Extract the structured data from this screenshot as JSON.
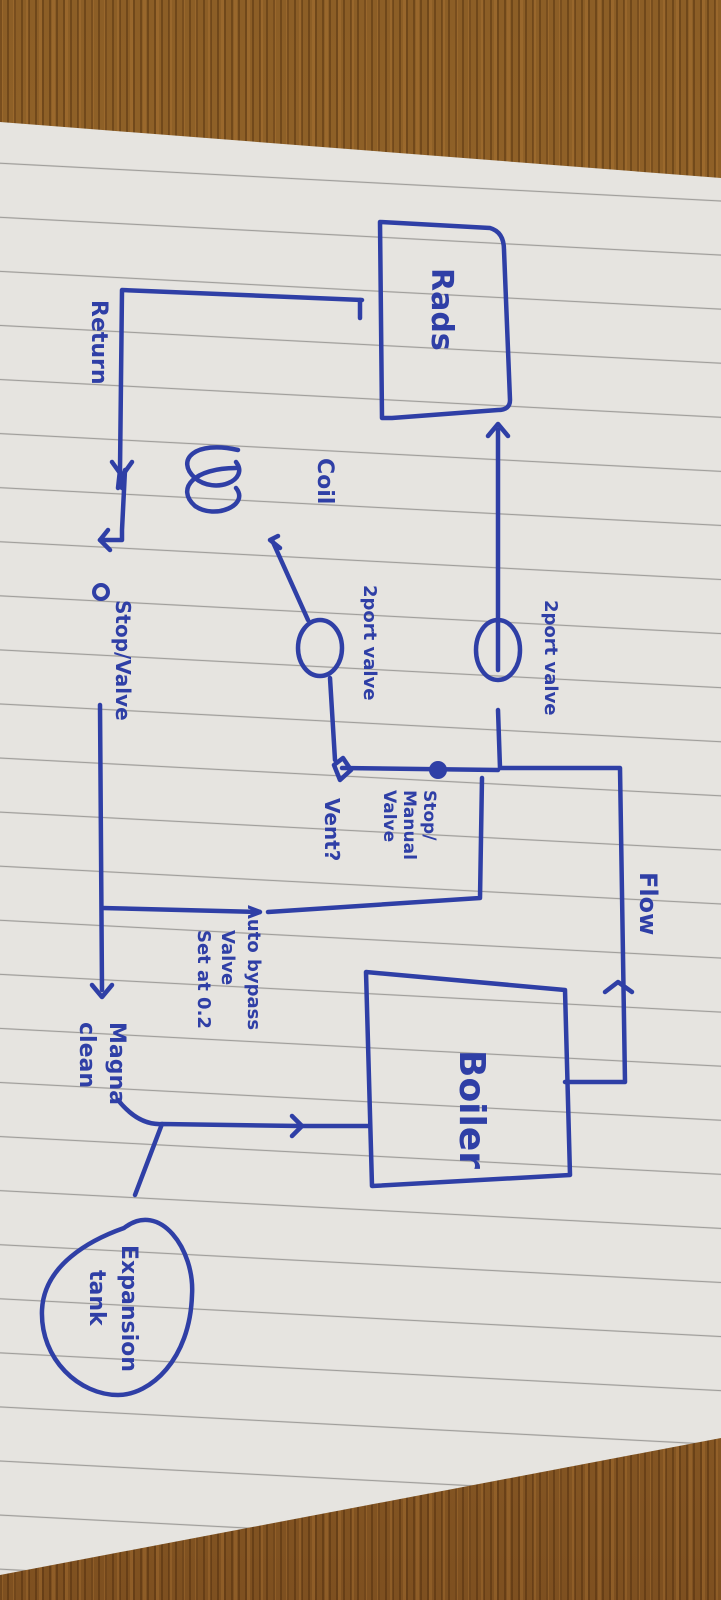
{
  "diagram": {
    "title": "Heating system sketch",
    "colors": {
      "ink": "#2f3fa6",
      "paper": "#e8e6e2",
      "paper_lines": "#9c9a98",
      "wood": "#8c5e26"
    },
    "components": {
      "rads": "Rads",
      "boiler": "Boiler",
      "expansion_tank_line1": "Expansion",
      "expansion_tank_line2": "tank",
      "coil": "Coil",
      "magna_clean_line1": "Magna",
      "magna_clean_line2": "clean"
    },
    "labels": {
      "flow": "Flow",
      "return": "Return",
      "two_port_valve_top": "2port valve",
      "two_port_valve_mid": "2port valve",
      "stop_manual_valve_line1": "Stop/",
      "stop_manual_valve_line2": "Manual",
      "stop_manual_valve_line3": "Valve",
      "vent": "Vent?",
      "auto_bypass_line1": "Auto bypass",
      "auto_bypass_line2": "Valve",
      "auto_bypass_line3": "Set at 0.2",
      "stop_valve": "Stop/Valve"
    }
  }
}
